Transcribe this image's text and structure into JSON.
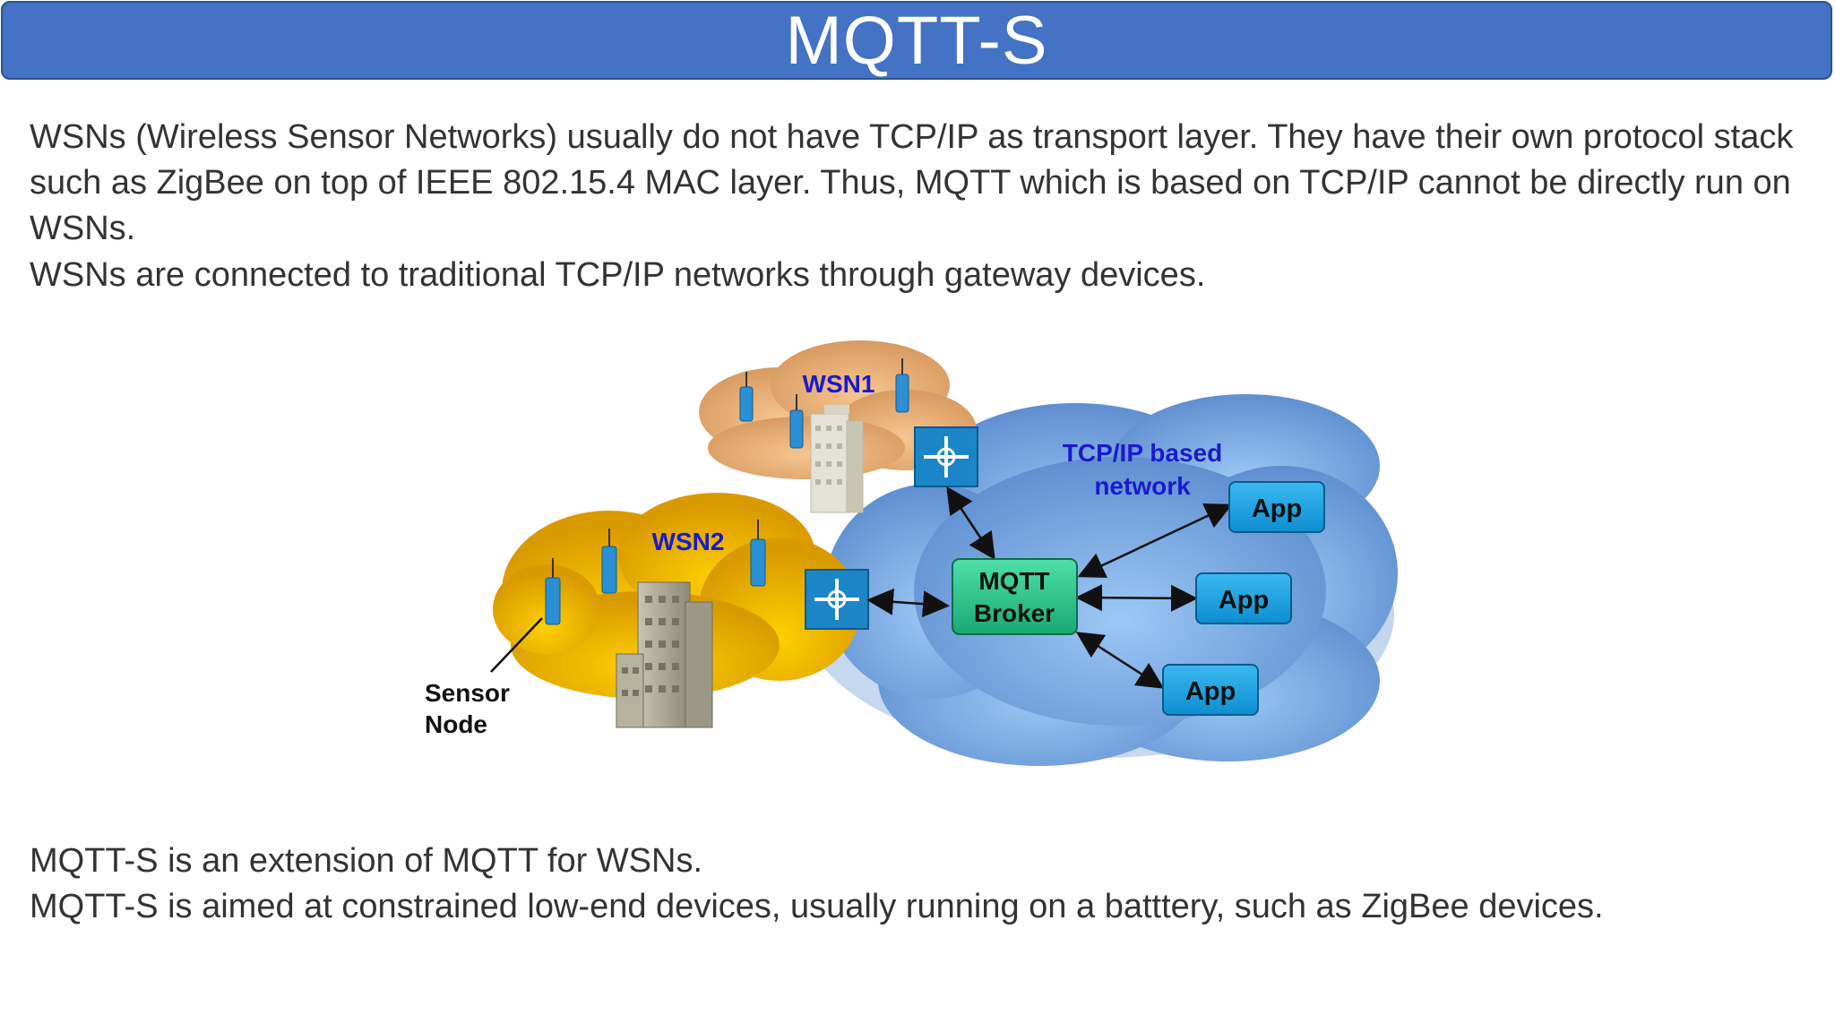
{
  "slide": {
    "title": "MQTT-S",
    "paragraphs": [
      "WSNs (Wireless Sensor Networks) usually do not have TCP/IP as transport layer. They have their own protocol stack such as ZigBee on top of IEEE 802.15.4 MAC layer. Thus, MQTT which is based on TCP/IP cannot be directly run on WSNs.",
      "WSNs are connected to traditional TCP/IP networks through gateway devices.",
      "MQTT-S is an extension of MQTT for WSNs.",
      "MQTT-S is aimed at constrained low-end devices, usually running on a batttery, such as ZigBee devices."
    ]
  },
  "diagram": {
    "wsn1_label": "WSN1",
    "wsn2_label": "WSN2",
    "network_label_line1": "TCP/IP based",
    "network_label_line2": "network",
    "broker_line1": "MQTT",
    "broker_line2": "Broker",
    "app_labels": [
      "App",
      "App",
      "App"
    ],
    "sensor_label_line1": "Sensor",
    "sensor_label_line2": "Node",
    "gateway_icon": "gateway-icon",
    "colors": {
      "title_bar": "#4472c4",
      "broker": "#2ecc8f",
      "app": "#1aa3e8",
      "label_blue": "#1a1acc",
      "wsn1_cloud": "#f0b070",
      "wsn2_cloud": "#f2b500",
      "network_cloud": "#7ab0e8"
    }
  }
}
